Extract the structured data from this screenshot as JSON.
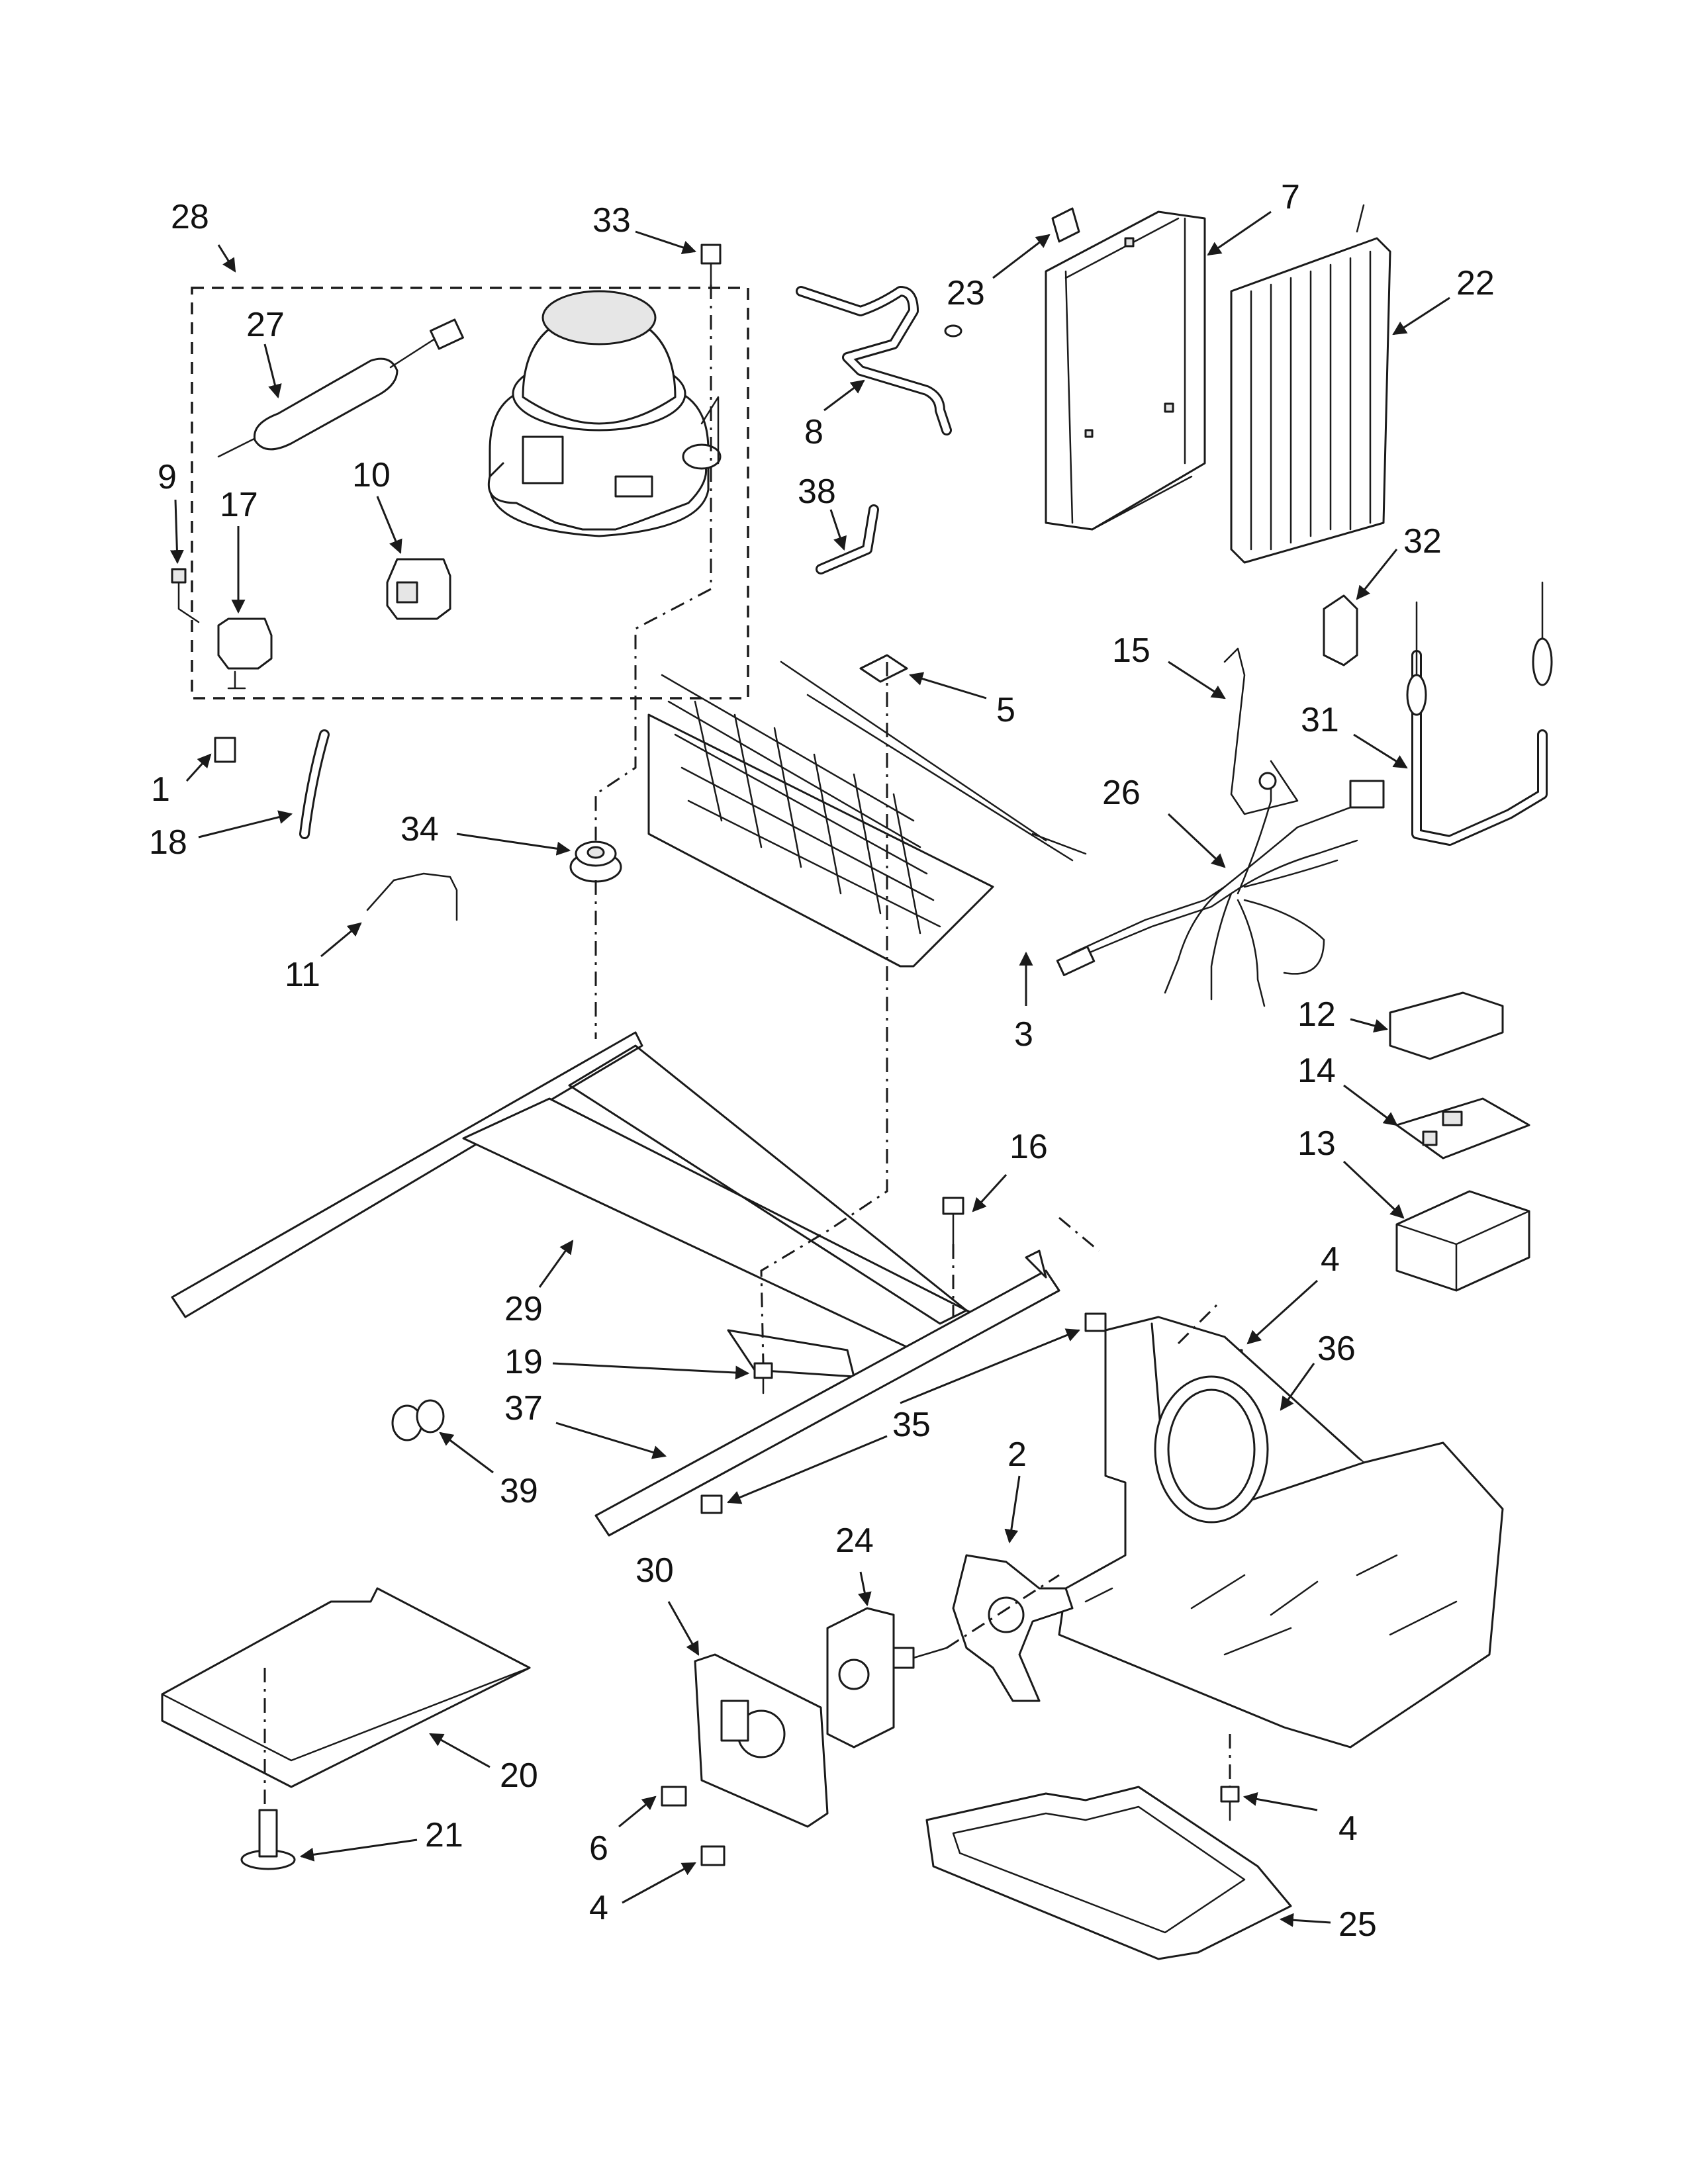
{
  "diagram": {
    "callouts": [
      {
        "id": "c28",
        "label": "28"
      },
      {
        "id": "c27",
        "label": "27"
      },
      {
        "id": "c33",
        "label": "33"
      },
      {
        "id": "c7",
        "label": "7"
      },
      {
        "id": "c23",
        "label": "23"
      },
      {
        "id": "c22",
        "label": "22"
      },
      {
        "id": "c8",
        "label": "8"
      },
      {
        "id": "c38",
        "label": "38"
      },
      {
        "id": "c9",
        "label": "9"
      },
      {
        "id": "c17",
        "label": "17"
      },
      {
        "id": "c10",
        "label": "10"
      },
      {
        "id": "c32",
        "label": "32"
      },
      {
        "id": "c15",
        "label": "15"
      },
      {
        "id": "c5",
        "label": "5"
      },
      {
        "id": "c31",
        "label": "31"
      },
      {
        "id": "c1",
        "label": "1"
      },
      {
        "id": "c26",
        "label": "26"
      },
      {
        "id": "c18",
        "label": "18"
      },
      {
        "id": "c34",
        "label": "34"
      },
      {
        "id": "c11",
        "label": "11"
      },
      {
        "id": "c3",
        "label": "3"
      },
      {
        "id": "c12",
        "label": "12"
      },
      {
        "id": "c14",
        "label": "14"
      },
      {
        "id": "c13",
        "label": "13"
      },
      {
        "id": "c16",
        "label": "16"
      },
      {
        "id": "c29",
        "label": "29"
      },
      {
        "id": "c4a",
        "label": "4"
      },
      {
        "id": "c36",
        "label": "36"
      },
      {
        "id": "c19",
        "label": "19"
      },
      {
        "id": "c37",
        "label": "37"
      },
      {
        "id": "c35",
        "label": "35"
      },
      {
        "id": "c39",
        "label": "39"
      },
      {
        "id": "c2",
        "label": "2"
      },
      {
        "id": "c24",
        "label": "24"
      },
      {
        "id": "c30",
        "label": "30"
      },
      {
        "id": "c20",
        "label": "20"
      },
      {
        "id": "c21",
        "label": "21"
      },
      {
        "id": "c6",
        "label": "6"
      },
      {
        "id": "c4b",
        "label": "4"
      },
      {
        "id": "c4c",
        "label": "4"
      },
      {
        "id": "c25",
        "label": "25"
      }
    ]
  }
}
